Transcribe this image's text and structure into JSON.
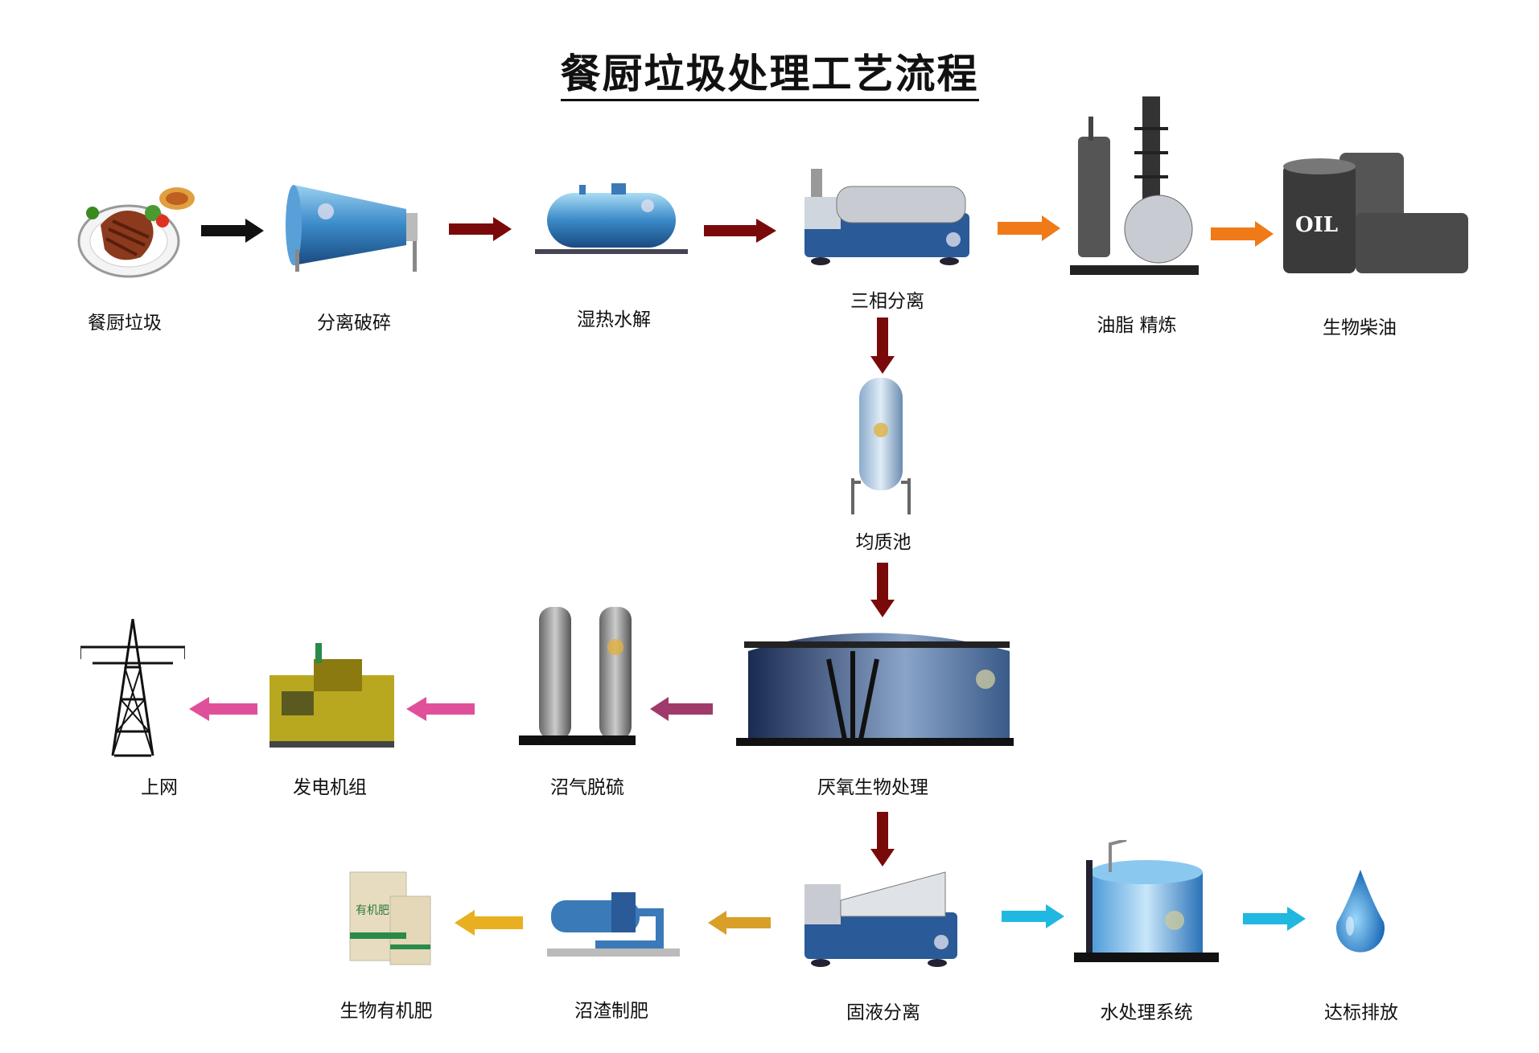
{
  "title": "餐厨垃圾处理工艺流程",
  "nodes": {
    "food_waste": "餐厨垃圾",
    "separate_crush": "分离破碎",
    "wet_heat_hydrolysis": "湿热水解",
    "three_phase_separation": "三相分离",
    "grease_refining": "油脂 精炼",
    "biodiesel": "生物柴油",
    "equalization_tank": "均质池",
    "anaerobic_treatment": "厌氧生物处理",
    "biogas_desulfurization": "沼气脱硫",
    "generator_set": "发电机组",
    "grid_connection": "上网",
    "solid_liquid_separation": "固液分离",
    "water_treatment": "水处理系统",
    "discharge": "达标排放",
    "residue_fertilizer": "沼渣制肥",
    "bio_organic_fertilizer": "生物有机肥"
  },
  "product_text": {
    "oil_barrel": "OIL",
    "fertilizer_bag": "有机肥"
  },
  "colors": {
    "arrow_black": "#111111",
    "arrow_darkred": "#7a0a0a",
    "arrow_orange": "#f07a18",
    "arrow_pink": "#e0509a",
    "arrow_magenta": "#a03a6a",
    "arrow_gold": "#e0a020",
    "arrow_cyan": "#20b8e0",
    "equipment_blue": "#3a7ab8"
  }
}
